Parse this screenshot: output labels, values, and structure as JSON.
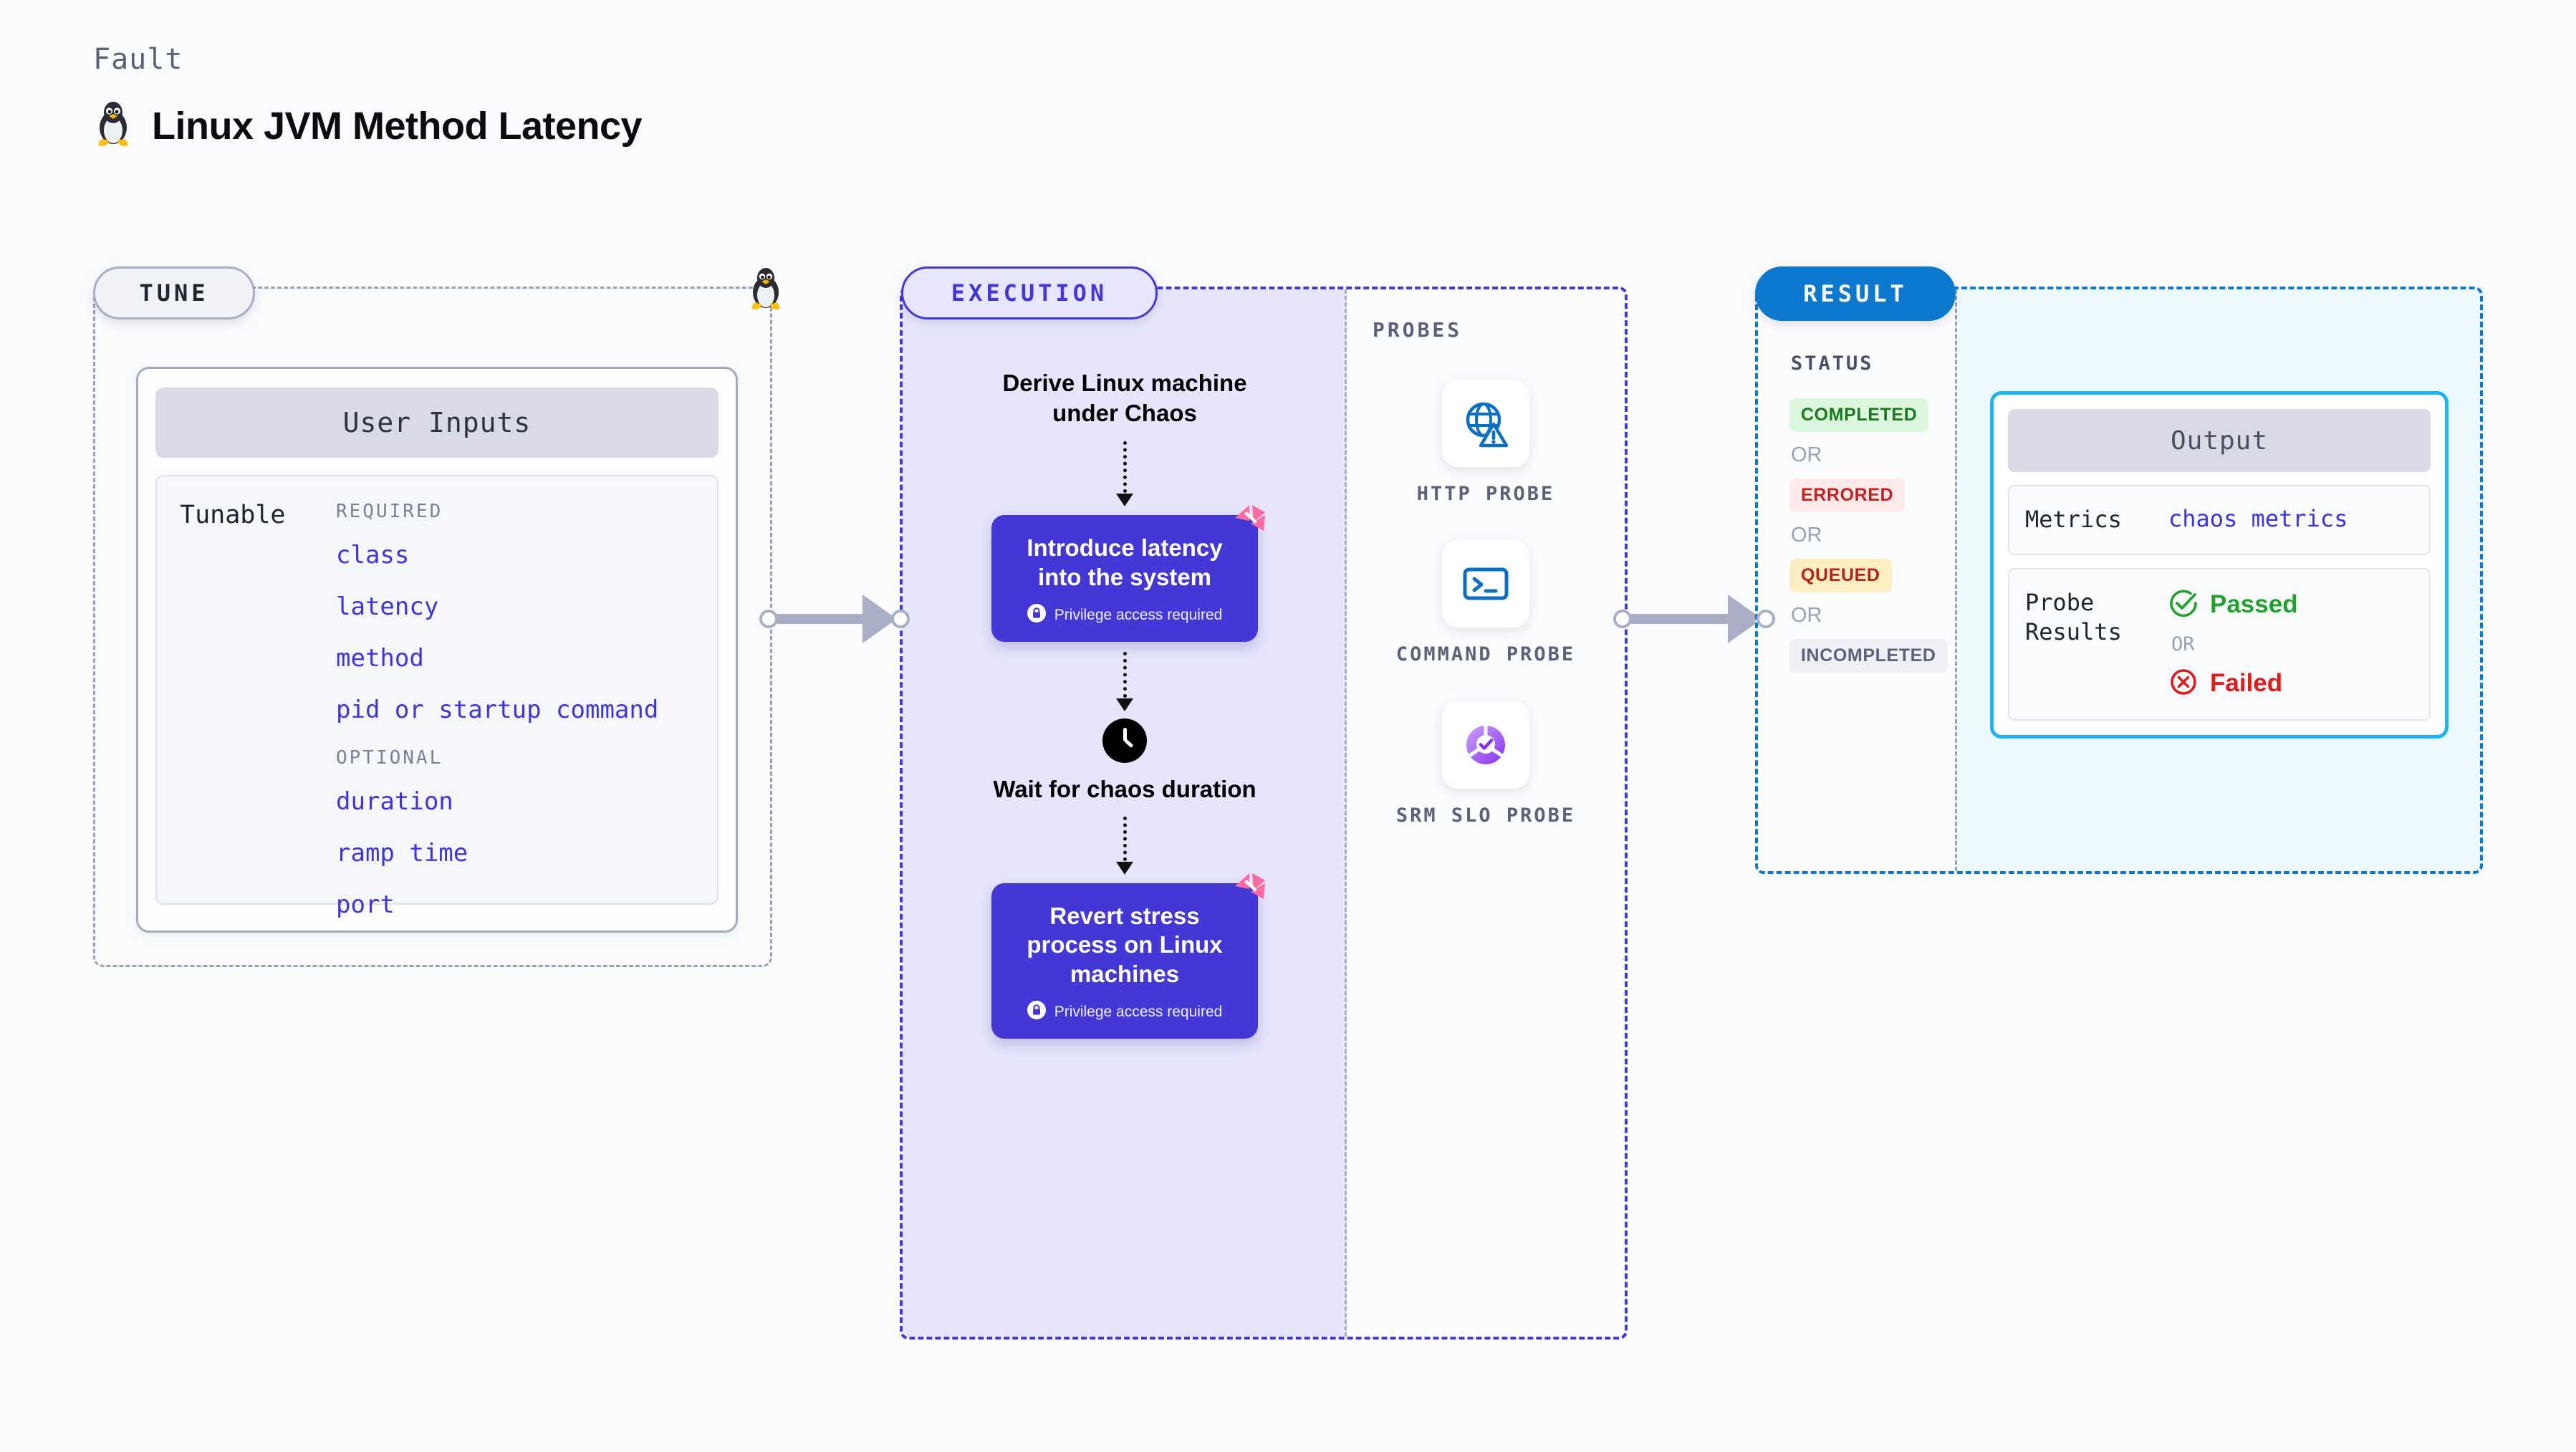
{
  "header": {
    "fault_label": "Fault",
    "title": "Linux JVM Method Latency",
    "icon": "linux-tux-icon"
  },
  "tune": {
    "pill_label": "TUNE",
    "card_header": "User Inputs",
    "tunable_label": "Tunable",
    "groups": [
      {
        "heading": "REQUIRED",
        "items": [
          "class",
          "latency",
          "method",
          "pid or startup command"
        ]
      },
      {
        "heading": "OPTIONAL",
        "items": [
          "duration",
          "ramp time",
          "port"
        ]
      }
    ]
  },
  "execution": {
    "pill_label": "EXECUTION",
    "step_derive": "Derive Linux machine under Chaos",
    "box_introduce": {
      "title": "Introduce latency into the system",
      "privilege": "Privilege access required"
    },
    "step_wait": "Wait for chaos duration",
    "box_revert": {
      "title": "Revert stress process on Linux machines",
      "privilege": "Privilege access required"
    }
  },
  "probes": {
    "label": "PROBES",
    "items": [
      {
        "name": "HTTP PROBE",
        "icon": "globe-warning-icon"
      },
      {
        "name": "COMMAND PROBE",
        "icon": "terminal-icon"
      },
      {
        "name": "SRM SLO PROBE",
        "icon": "slo-donut-check-icon"
      }
    ]
  },
  "result": {
    "pill_label": "RESULT",
    "status_label": "STATUS",
    "or_label": "OR",
    "statuses": [
      {
        "label": "COMPLETED",
        "bg": "#dcf5dd",
        "fg": "#1a7a22"
      },
      {
        "label": "ERRORED",
        "bg": "#fdeaea",
        "fg": "#c62020"
      },
      {
        "label": "QUEUED",
        "bg": "#fdeec2",
        "fg": "#b42318"
      },
      {
        "label": "INCOMPLETED",
        "bg": "#eef0f6",
        "fg": "#5b6179"
      }
    ],
    "output": {
      "header": "Output",
      "metrics_key": "Metrics",
      "metrics_value": "chaos metrics",
      "probe_results_key": "Probe Results",
      "passed_label": "Passed",
      "failed_label": "Failed",
      "or_label": "OR"
    }
  },
  "colors": {
    "accent_purple": "#4338d6",
    "accent_blue": "#0d78cf",
    "accent_cyan": "#20b4ec",
    "chaos_pink": "#fb6aa0",
    "pass_green": "#22a22a",
    "fail_red": "#e01b1b"
  }
}
